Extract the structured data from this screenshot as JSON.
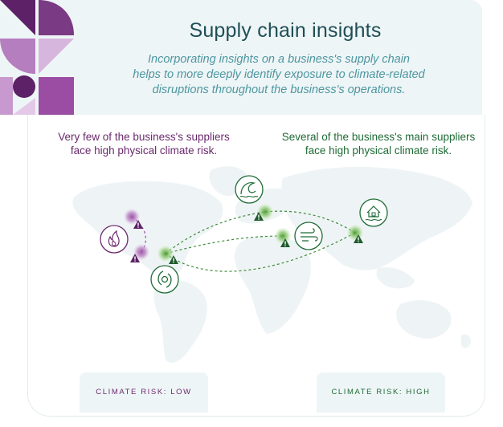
{
  "header": {
    "title": "Supply chain insights",
    "subtitle_lines": [
      "Incorporating insights on a business's supply chain",
      "helps to more deeply identify exposure to climate-related",
      "disruptions throughout the business's operations."
    ]
  },
  "left_panel": {
    "heading_lines": [
      "Very few of the business's suppliers",
      "face high physical climate risk."
    ],
    "risk_label": "CLIMATE RISK: LOW",
    "color": "#6b2a6e"
  },
  "right_panel": {
    "heading_lines": [
      "Several of the business's main suppliers",
      "face high physical climate risk."
    ],
    "risk_label": "CLIMATE RISK: HIGH",
    "color": "#1f6b35"
  },
  "icons": {
    "hazards": [
      "wildfire-icon",
      "hurricane-icon",
      "flood-wave-icon",
      "wind-icon",
      "flooded-house-icon"
    ],
    "warning": "warning-triangle-icon"
  },
  "colors": {
    "header_bg": "#eef5f6",
    "title": "#1f4f56",
    "subtitle": "#4d96a0",
    "purple": "#9b4da3",
    "green": "#5fa83a",
    "map": "#eef4f5"
  }
}
